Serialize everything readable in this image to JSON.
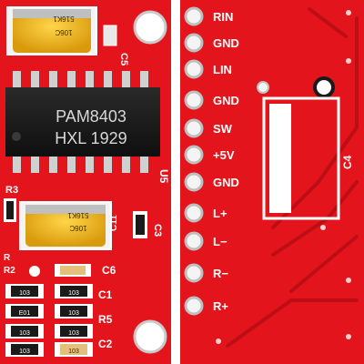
{
  "photo": {
    "description_colors": {
      "board": "#e3141b",
      "board_dark": "#b80e14",
      "silkscreen": "#ffffff",
      "chip": "#1a1a1a",
      "capacitor": "#e8b21a",
      "pad": "#d8d8d8",
      "background": "#ffffff"
    },
    "chip": {
      "line1": "PAM8403",
      "line2": "HXL 1929"
    },
    "capacitors": [
      {
        "code1": "516K1",
        "code2": "106C"
      },
      {
        "code1": "516K1",
        "code2": "106C"
      }
    ],
    "front_labels": {
      "c5": "C5",
      "u5": "U5",
      "r3": "R3",
      "r": "R",
      "r2": "R2",
      "c11": "C11",
      "c3": "C3",
      "c6": "C6",
      "c1": "C1",
      "r5": "R5",
      "c2": "C2"
    },
    "resistor_codes": [
      "103",
      "103",
      "103",
      "103",
      "E01",
      "103",
      "103",
      "103"
    ],
    "pins": [
      "RIN",
      "GND",
      "LIN",
      "GND",
      "SW",
      "+5V",
      "GND",
      "L+",
      "L−",
      "R−",
      "R+"
    ],
    "back_labels": {
      "c4": "C4"
    }
  }
}
